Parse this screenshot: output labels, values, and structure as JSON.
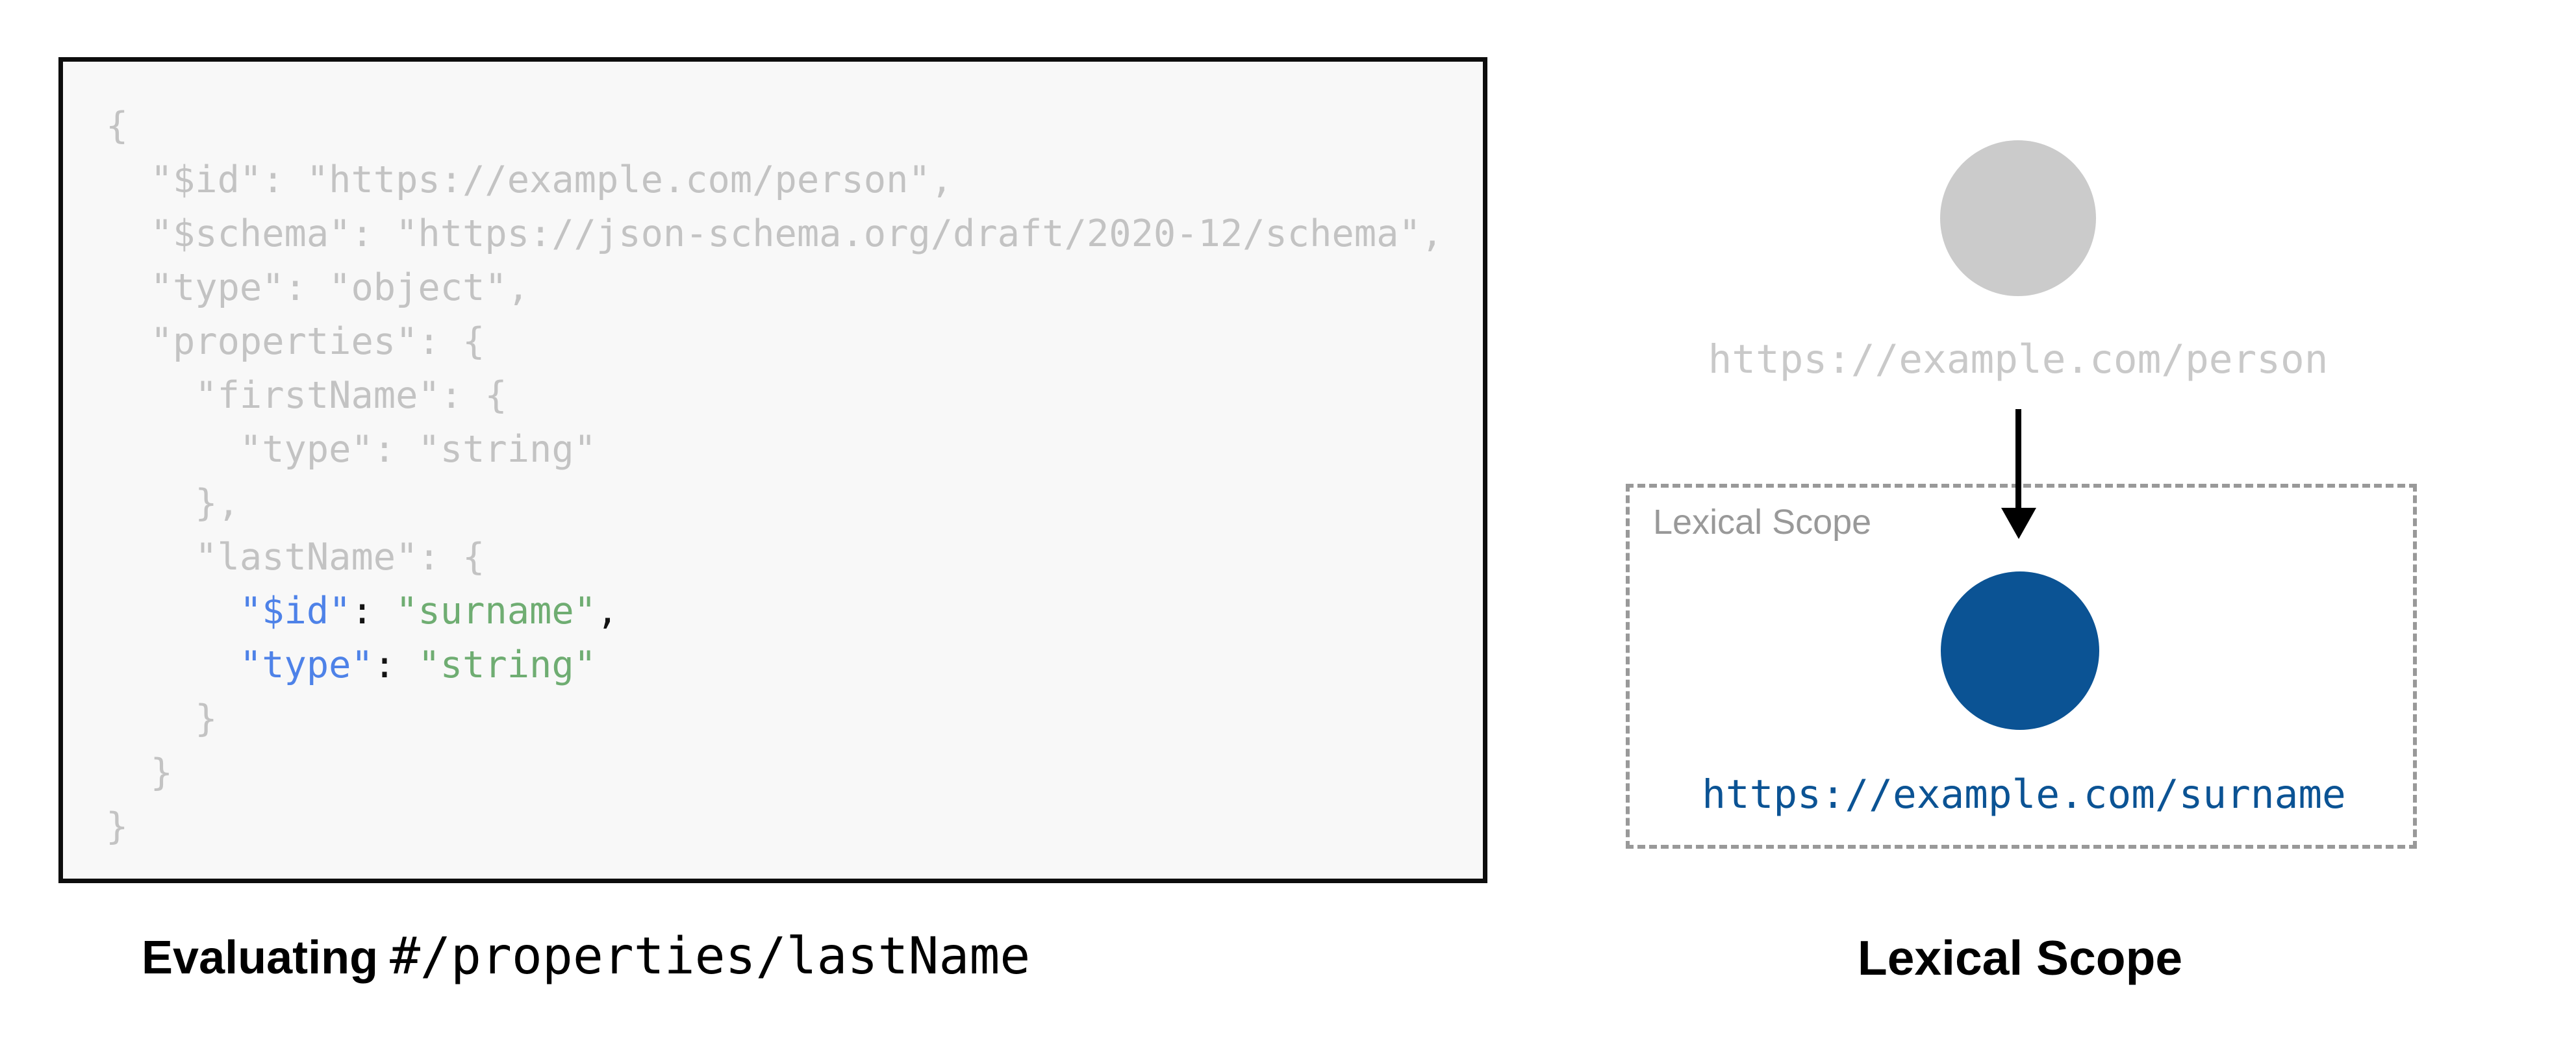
{
  "code": {
    "lines": [
      [
        {
          "c": "gray",
          "t": "{"
        }
      ],
      [
        {
          "c": "gray",
          "t": "  \"$id\": \"https://example.com/person\","
        }
      ],
      [
        {
          "c": "gray",
          "t": "  \"$schema\": \"https://json-schema.org/draft/2020-12/schema\","
        }
      ],
      [
        {
          "c": "gray",
          "t": "  \"type\": \"object\","
        }
      ],
      [
        {
          "c": "gray",
          "t": "  \"properties\": {"
        }
      ],
      [
        {
          "c": "gray",
          "t": "    \"firstName\": {"
        }
      ],
      [
        {
          "c": "gray",
          "t": "      \"type\": \"string\""
        }
      ],
      [
        {
          "c": "gray",
          "t": "    },"
        }
      ],
      [
        {
          "c": "gray",
          "t": "    \"lastName\": {"
        }
      ],
      [
        {
          "c": "gray",
          "t": "      "
        },
        {
          "c": "blue",
          "t": "\"$id\""
        },
        {
          "c": "black",
          "t": ": "
        },
        {
          "c": "green",
          "t": "\"surname\""
        },
        {
          "c": "black",
          "t": ","
        }
      ],
      [
        {
          "c": "gray",
          "t": "      "
        },
        {
          "c": "blue",
          "t": "\"type\""
        },
        {
          "c": "black",
          "t": ": "
        },
        {
          "c": "green",
          "t": "\"string\""
        }
      ],
      [
        {
          "c": "gray",
          "t": "    }"
        }
      ],
      [
        {
          "c": "gray",
          "t": "  }"
        }
      ],
      [
        {
          "c": "gray",
          "t": "}"
        }
      ]
    ],
    "highlighted_pointer": "#/properties/lastName"
  },
  "captions": {
    "left_bold": "Evaluating",
    "left_mono": "#/properties/lastName",
    "right": "Lexical Scope"
  },
  "diagram": {
    "person_url": "https://example.com/person",
    "surname_url": "https://example.com/surname",
    "scope_label": "Lexical Scope"
  },
  "colors": {
    "code_background": "#f8f8f8",
    "code_border": "#0d0d0d",
    "code_gray_text": "#c3c3c3",
    "code_key_blue": "#4e82e8",
    "code_string_green": "#6fad72",
    "code_punct_black": "#141414",
    "gray_circle": "#cbcbcb",
    "gray_url_text": "#c9c9c9",
    "blue_circle": "#0b5394",
    "blue_url_text": "#0b5394",
    "scope_dash_gray": "#999999",
    "arrow_black": "#000000"
  }
}
